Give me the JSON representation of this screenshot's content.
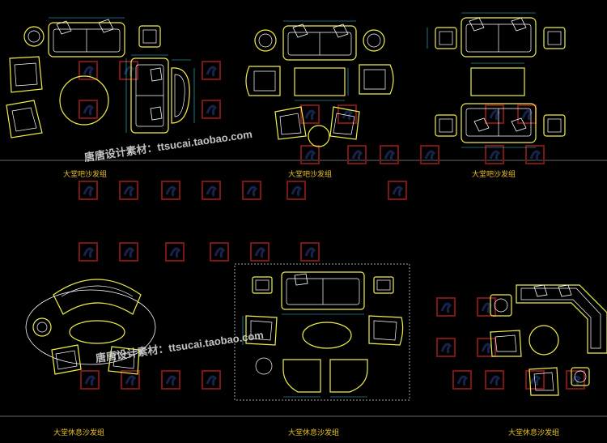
{
  "colors": {
    "background": "#000000",
    "furniture": "#f2ee4a",
    "outline": "#ffffff",
    "dimension": "#30c8e0",
    "boundary": "#8a8a8a",
    "label": "#e8c020",
    "watermark_tile_a": "#7a1616",
    "watermark_tile_b": "#16234a"
  },
  "labels": {
    "top_left": "大堂吧沙发组",
    "top_center": "大堂吧沙发组",
    "top_right": "大堂吧沙发组",
    "bottom_left": "大堂休息沙发组",
    "bottom_center": "大堂休息沙发组",
    "bottom_right": "大堂休息沙发组"
  },
  "watermark": {
    "text_top": "唐唐设计素材：ttsucai.taobao.com",
    "text_bottom": "唐唐设计素材：ttsucai.taobao.com"
  }
}
